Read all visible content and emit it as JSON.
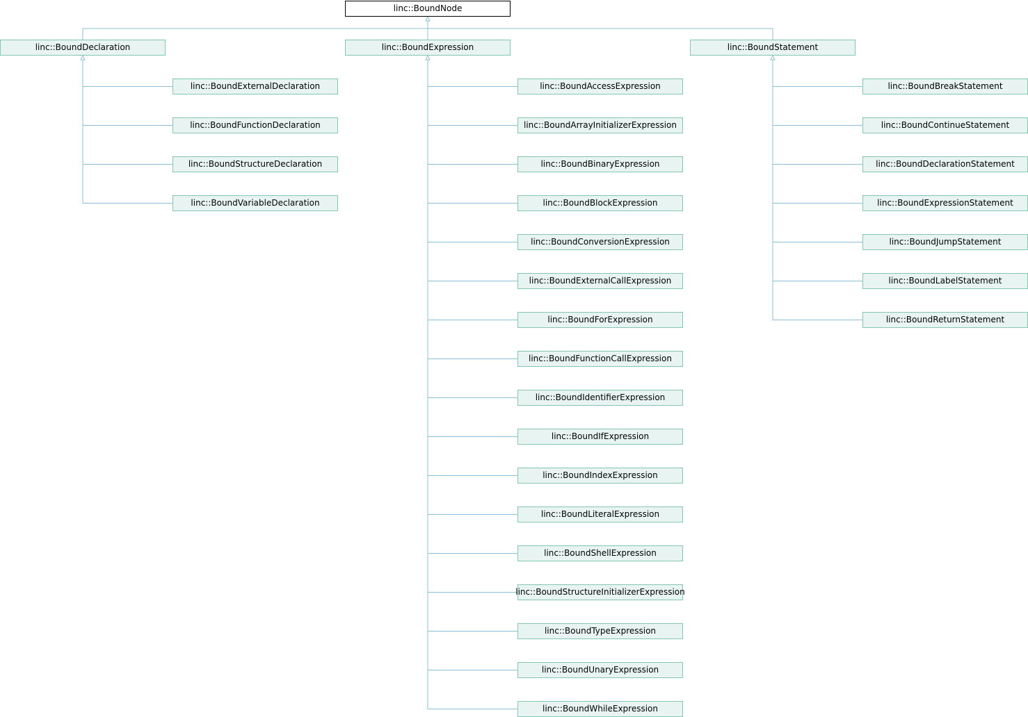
{
  "root": {
    "label": "linc::BoundNode"
  },
  "groups": [
    {
      "label": "linc::BoundDeclaration",
      "children": [
        "linc::BoundExternalDeclaration",
        "linc::BoundFunctionDeclaration",
        "linc::BoundStructureDeclaration",
        "linc::BoundVariableDeclaration"
      ]
    },
    {
      "label": "linc::BoundExpression",
      "children": [
        "linc::BoundAccessExpression",
        "linc::BoundArrayInitializerExpression",
        "linc::BoundBinaryExpression",
        "linc::BoundBlockExpression",
        "linc::BoundConversionExpression",
        "linc::BoundExternalCallExpression",
        "linc::BoundForExpression",
        "linc::BoundFunctionCallExpression",
        "linc::BoundIdentifierExpression",
        "linc::BoundIfExpression",
        "linc::BoundIndexExpression",
        "linc::BoundLiteralExpression",
        "linc::BoundShellExpression",
        "linc::BoundStructureInitializerExpression",
        "linc::BoundTypeExpression",
        "linc::BoundUnaryExpression",
        "linc::BoundWhileExpression"
      ]
    },
    {
      "label": "linc::BoundStatement",
      "children": [
        "linc::BoundBreakStatement",
        "linc::BoundContinueStatement",
        "linc::BoundDeclarationStatement",
        "linc::BoundExpressionStatement",
        "linc::BoundJumpStatement",
        "linc::BoundLabelStatement",
        "linc::BoundReturnStatement"
      ]
    }
  ],
  "colors": {
    "root_fill": "#ffffff",
    "root_stroke": "#000000",
    "node_fill": "#e8f4f2",
    "node_stroke": "#84c7b0",
    "edge": "#8ac3d6"
  }
}
